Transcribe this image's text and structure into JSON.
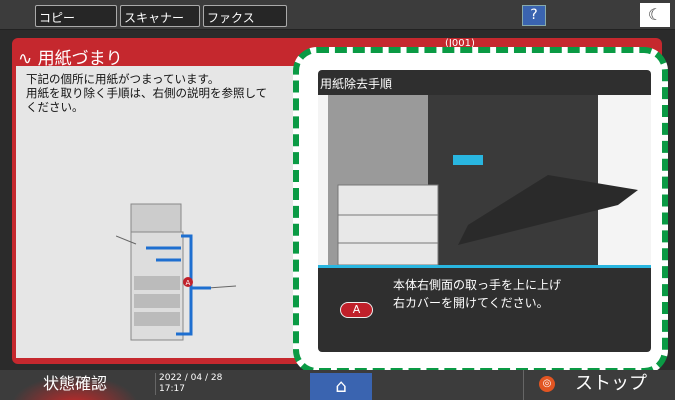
{
  "topbar": {
    "tabs": [
      "コピー",
      "スキャナー",
      "ファクス"
    ],
    "help_label": "?",
    "energy_icon": "moon-icon"
  },
  "alert": {
    "title": "用紙づまり",
    "code": "(J001)",
    "message": "下記の個所に用紙がつまっています。\n用紙を取り除く手順は、右側の説明を参照して\nください。",
    "location_badge": "A",
    "color": "#c5282e"
  },
  "procedure": {
    "title": "用紙除去手順",
    "step_badge": "A",
    "step_line1": "本体右側面の取っ手を上に上げ",
    "step_line2": "右カバーを開けてください。"
  },
  "bottombar": {
    "status_label": "状態確認",
    "date": "2022 / 04 / 28",
    "time": "17:17",
    "home_icon": "home-icon",
    "stop_label": "ストップ"
  },
  "highlight_color": "#0a9a44"
}
